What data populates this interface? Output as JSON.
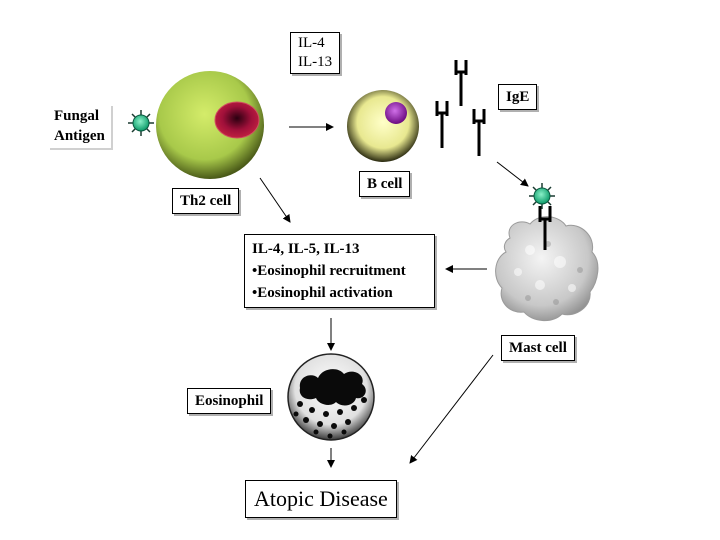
{
  "labels": {
    "fungal_antigen": [
      "Fungal",
      "Antigen"
    ],
    "th2_cell": "Th2 cell",
    "cytokines_top": [
      "IL-4",
      "IL-13"
    ],
    "b_cell": "B cell",
    "ige": "IgE",
    "effects": [
      "IL-4, IL-5, IL-13",
      "•Eosinophil recruitment",
      "•Eosinophil activation"
    ],
    "mast_cell": "Mast cell",
    "eosinophil": "Eosinophil",
    "atopic_disease": "Atopic Disease"
  },
  "colors": {
    "th2_cell": "#a8c94a",
    "th2_nucleus": "#a0103a",
    "b_cell": "#e8e890",
    "b_nucleus": "#9a12b8",
    "antigen": "#1ec98f",
    "mast_cell": "#c8c8c8",
    "eosinophil_granule": "#000000"
  }
}
